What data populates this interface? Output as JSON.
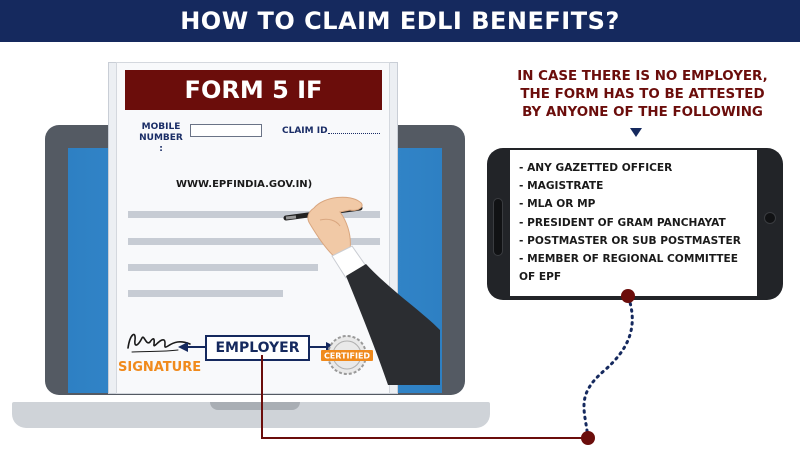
{
  "header": {
    "title": "HOW TO CLAIM EDLI BENEFITS?"
  },
  "form": {
    "title": "FORM 5 IF",
    "mobile_label": "MOBILE NUMBER :",
    "claim_label": "CLAIM ID",
    "url": "WWW.EPFINDIA.GOV.IN)",
    "signature_label": "SIGNATURE",
    "employer_label": "EMPLOYER",
    "seal_text": "CERTIFIED"
  },
  "attest": {
    "heading_lines": [
      "IN CASE THERE IS NO EMPLOYER,",
      "THE FORM HAS TO BE ATTESTED",
      "BY ANYONE OF THE FOLLOWING"
    ],
    "items": [
      "- ANY GAZETTED OFFICER",
      "- MAGISTRATE",
      "- MLA OR MP",
      "- PRESIDENT OF GRAM PANCHAYAT",
      "- POSTMASTER OR SUB POSTMASTER",
      "- MEMBER OF REGIONAL COMMITTEE",
      "OF EPF"
    ]
  },
  "colors": {
    "header_bg": "#15295e",
    "form_title_bg": "#6b0d0b",
    "attest_text": "#6b0d0b",
    "signature_text": "#f08a1c",
    "laptop_screen": "#3a8fd3",
    "connector": "#6b0d0b",
    "dotted_connector": "#15295e"
  }
}
